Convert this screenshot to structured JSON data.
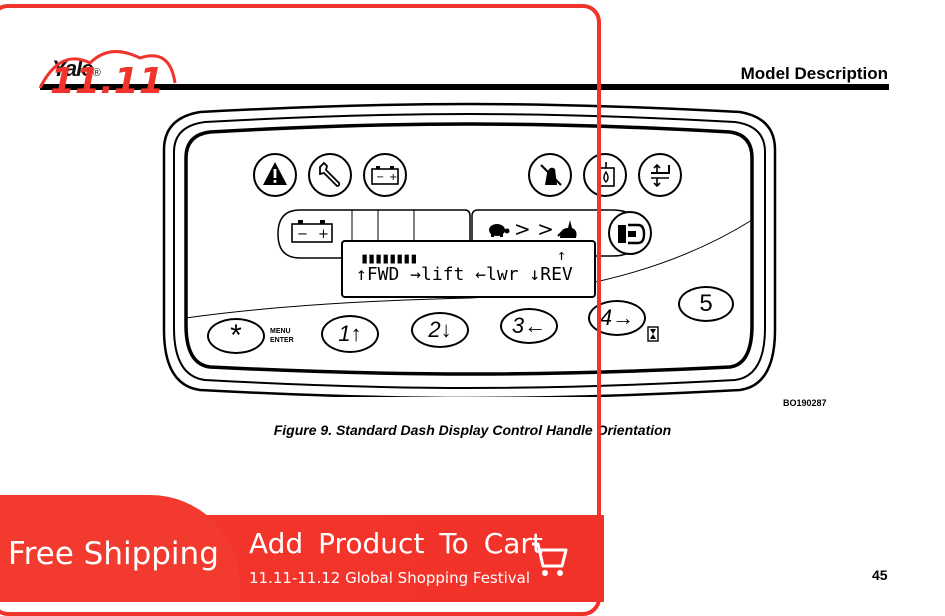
{
  "header": {
    "brand": "Yale",
    "brand_mark": "®",
    "section_title": "Model Description"
  },
  "dash": {
    "lcd_bars": "▮▮▮▮▮▮▮▮",
    "lcd_indicator": "↑",
    "lcd_line": "↑FWD →lift ←lwr ↓REV",
    "menu_label_1": "MENU",
    "menu_label_2": "ENTER",
    "buttons": [
      {
        "label": "*"
      },
      {
        "label": "1↑"
      },
      {
        "label": "2↓"
      },
      {
        "label": "3←"
      },
      {
        "label": "4→"
      },
      {
        "label": "5"
      }
    ],
    "icons": [
      "warning-icon",
      "wrench-icon",
      "battery-icon",
      "seat-belt-icon",
      "hydraulic-oil-icon",
      "lift-icon",
      "turtle-icon",
      "rabbit-icon",
      "parking-brake-icon"
    ]
  },
  "figure": {
    "code": "BO190287",
    "caption": "Figure 9. Standard Dash Display Control Handle Orientation"
  },
  "page": {
    "number": "45"
  },
  "promo": {
    "badge": "11.11",
    "free_shipping": "Free Shipping",
    "add_to_cart": "Add Product To Cart",
    "festival": "11.11-11.12 Global Shopping Festival",
    "accent_color": "#f0332b"
  }
}
